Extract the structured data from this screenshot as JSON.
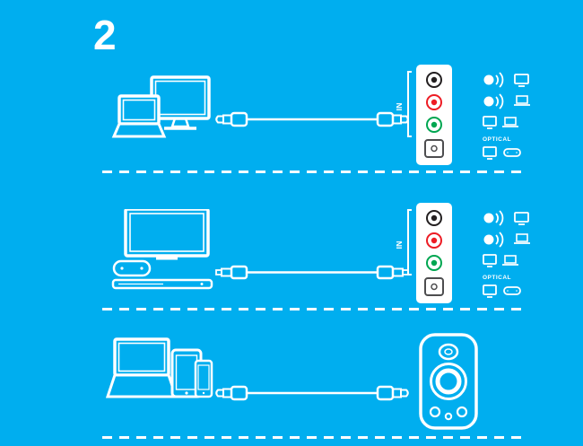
{
  "page": {
    "step_number": "2",
    "background_color": "#00AEEF",
    "line_color": "#FFFFFF"
  },
  "panel": {
    "in_label": "IN",
    "jacks": [
      "black-aux-input-jack",
      "red-aux-input-jack",
      "green-aux-input-jack",
      "optical-input-port"
    ],
    "jack_colors": {
      "black": "#231F20",
      "red": "#ED1C24",
      "green": "#00A651",
      "optical": "#4D4D4F"
    }
  },
  "legend": {
    "optical_label": "OPTICAL",
    "lines": [
      {
        "icons": [
          "satellite-speaker-sound-icon",
          "tv-icon"
        ]
      },
      {
        "icons": [
          "satellite-speaker-sound-icon",
          "laptop-icon"
        ]
      },
      {
        "icons": [
          "desktop-monitor-icon",
          "laptop-icon"
        ]
      },
      {
        "icons": [
          "tv-icon",
          "game-controller-icon"
        ]
      }
    ]
  },
  "rows": [
    {
      "source": "desktop-computer-and-laptop",
      "cable": "3.5mm-audio-cable",
      "destination": "subwoofer-rear-panel"
    },
    {
      "source": "tv-game-controller-and-console",
      "cable": "optical-cable",
      "destination": "subwoofer-rear-panel"
    },
    {
      "source": "laptop-tablet-and-smartphone",
      "cable": "3.5mm-audio-cable",
      "destination": "satellite-speaker"
    }
  ]
}
